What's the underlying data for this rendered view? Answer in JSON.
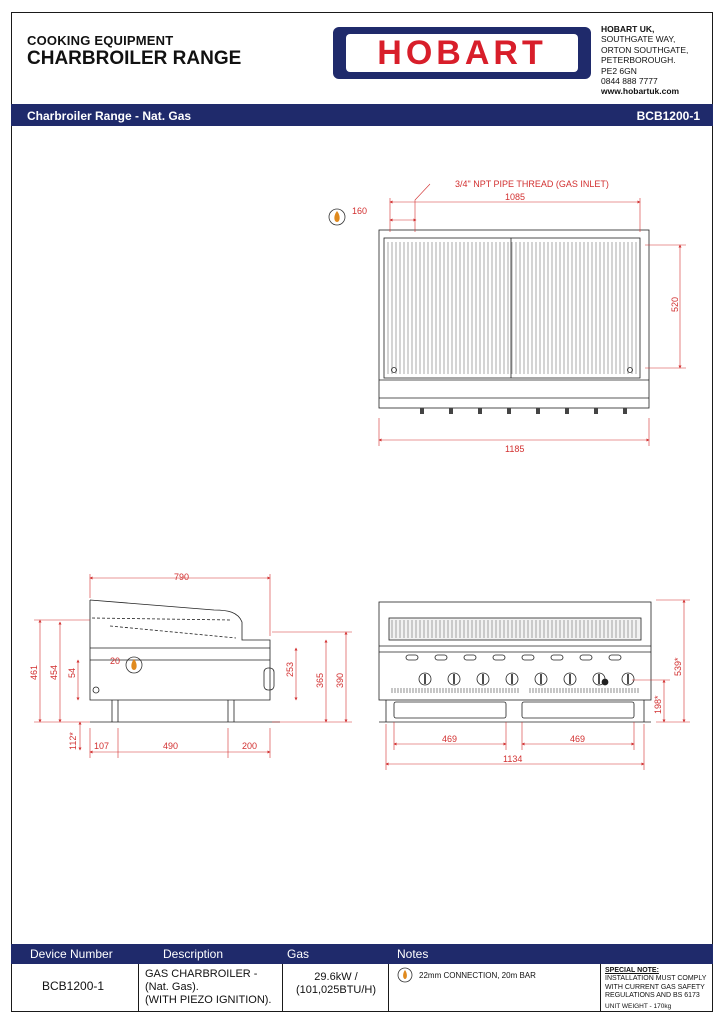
{
  "header": {
    "category": "COOKING EQUIPMENT",
    "title": "CHARBROILER RANGE",
    "logo": "HOBART",
    "address": [
      "HOBART UK,",
      "SOUTHGATE WAY,",
      "ORTON SOUTHGATE,",
      "PETERBOROUGH.",
      "PE2 6GN",
      "0844 888 7777",
      "www.hobartuk.com"
    ]
  },
  "band": {
    "product": "Charbroiler Range - Nat. Gas",
    "model": "BCB1200-1"
  },
  "drawing": {
    "top_view": {
      "note": "3/4\" NPT PIPE THREAD (GAS INLET)",
      "gas_offset": "160",
      "inner_width": "1085",
      "depth": "520",
      "overall_width": "1185"
    },
    "side_view": {
      "depth": "790",
      "h461": "461",
      "h454": "454",
      "h54": "54",
      "h20": "20",
      "h253": "253",
      "h365": "365",
      "h390": "390",
      "leg": "112*",
      "w107": "107",
      "w490": "490",
      "w200": "200"
    },
    "front_view": {
      "h539": "539*",
      "h198": "198*",
      "tray_left": "469",
      "tray_right": "469",
      "legs_width": "1134"
    }
  },
  "footer": {
    "headers": [
      "Device Number",
      "Description",
      "Gas",
      "Notes"
    ],
    "device": "BCB1200-1",
    "description": [
      "GAS CHARBROILER -",
      "(Nat. Gas).",
      "(WITH PIEZO IGNITION)."
    ],
    "gas": [
      "29.6kW /",
      "(101,025BTU/H)"
    ],
    "notes": "22mm CONNECTION, 20m BAR",
    "special_title": "SPECIAL NOTE:",
    "special_text": [
      "INSTALLATION MUST COMPLY",
      "WITH CURRENT GAS SAFETY",
      "REGULATIONS AND BS 6173"
    ],
    "weight": "UNIT WEIGHT - 170kg"
  },
  "colors": {
    "navy": "#1f2a6b",
    "red": "#d81e2a",
    "dimension": "#d23030"
  }
}
